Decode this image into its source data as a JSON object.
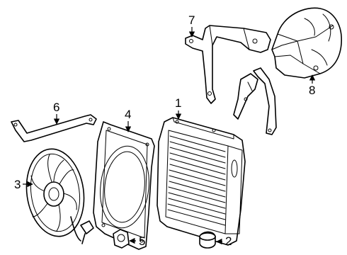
{
  "diagram": {
    "callouts": [
      {
        "id": "1"
      },
      {
        "id": "2"
      },
      {
        "id": "3"
      },
      {
        "id": "4"
      },
      {
        "id": "5"
      },
      {
        "id": "6"
      },
      {
        "id": "7"
      },
      {
        "id": "8"
      }
    ]
  }
}
